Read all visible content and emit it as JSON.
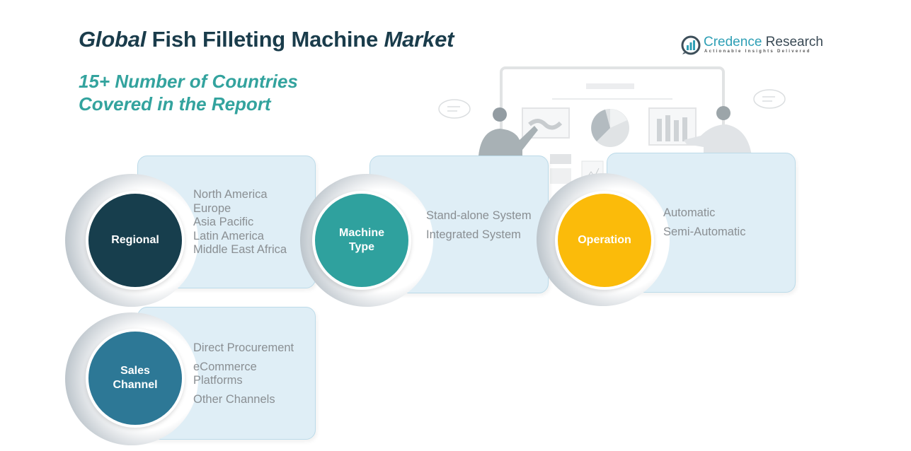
{
  "header": {
    "title_part1": "Global",
    "title_part2": " Fish Filleting Machine ",
    "title_part3": "Market",
    "subtitle_line1": "15+ Number of Countries",
    "subtitle_line2": "Covered in the Report"
  },
  "logo": {
    "name_part1": "Credence",
    "name_part2": " Research",
    "tagline": "Actionable Insights Delivered"
  },
  "colors": {
    "title": "#1a3c4b",
    "accent_teal": "#33a39e",
    "regional": "#173e4d",
    "machine_type": "#2fa19e",
    "operation": "#fbbb0a",
    "sales_channel": "#2d7896",
    "card_bg": "#dfeef6",
    "item_text": "#8a8f93"
  },
  "segments": [
    {
      "label_line1": "Regional",
      "label_line2": "",
      "items": [
        "North America",
        "Europe",
        "Asia Pacific",
        "Latin America",
        "Middle East Africa"
      ]
    },
    {
      "label_line1": "Machine",
      "label_line2": "Type",
      "items": [
        "Stand-alone System",
        "Integrated System"
      ]
    },
    {
      "label_line1": "Operation",
      "label_line2": "",
      "items": [
        "Automatic",
        "Semi-Automatic"
      ]
    },
    {
      "label_line1": "Sales",
      "label_line2": "Channel",
      "items": [
        "Direct Procurement",
        "eCommerce Platforms",
        "Other Channels"
      ]
    }
  ]
}
